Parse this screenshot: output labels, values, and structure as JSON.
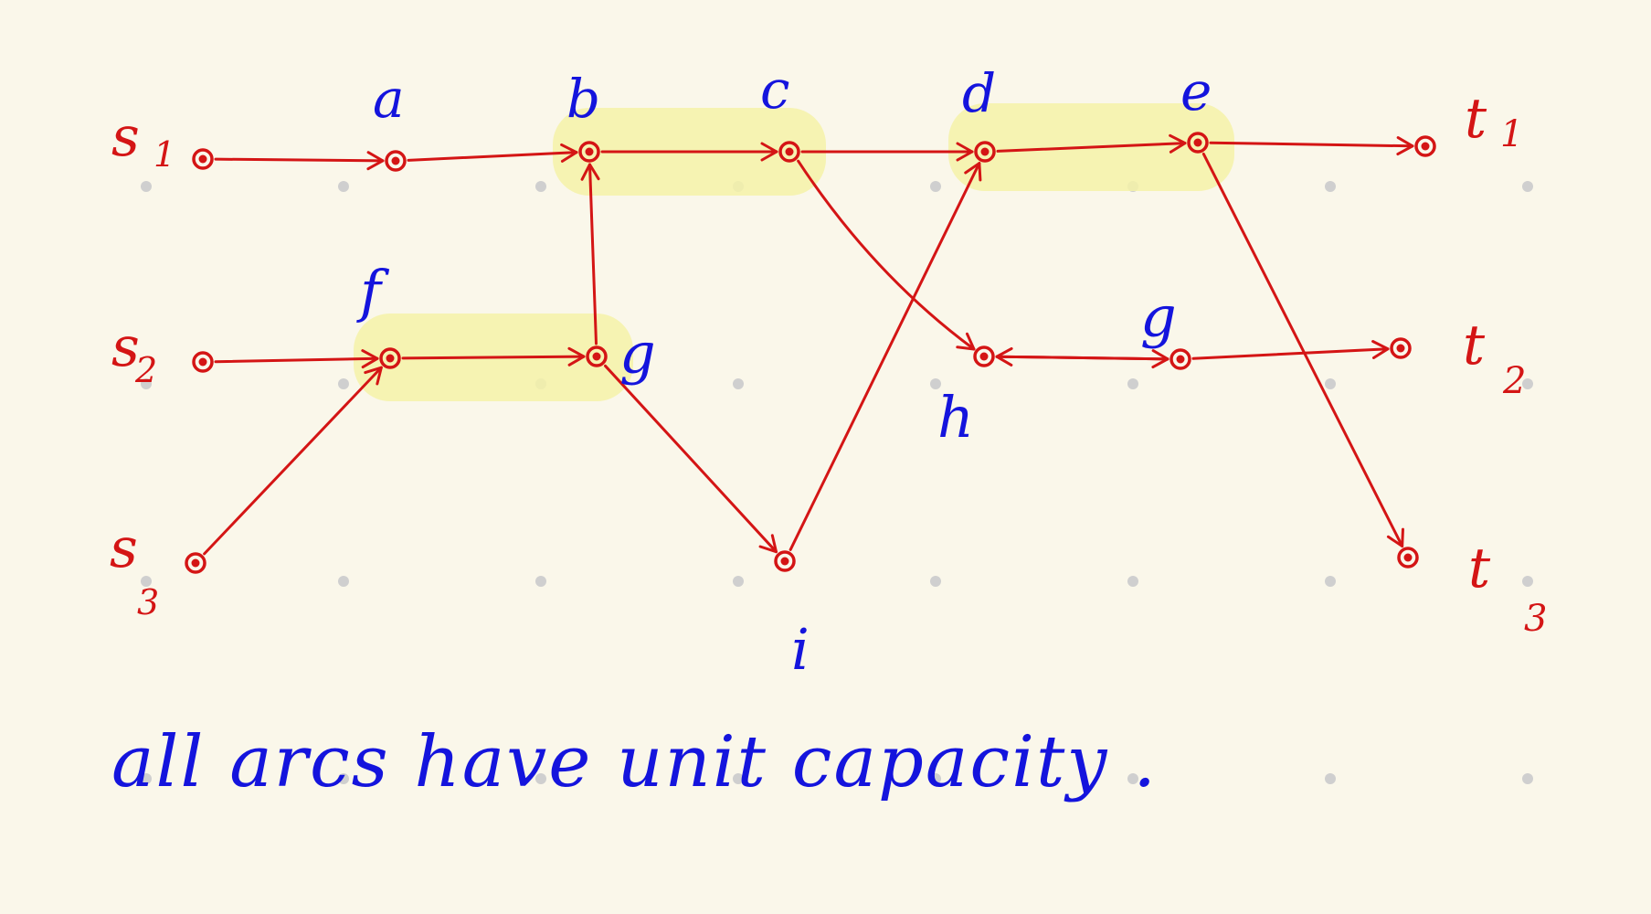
{
  "colors": {
    "background": "#faf7ea",
    "edge": "#d41515",
    "node": "#d41515",
    "node_label": "#1414dd",
    "terminal_label": "#d41515",
    "highlight": "#f5f2a8",
    "grid_dot": "#cfcfcf"
  },
  "sources": [
    {
      "id": "s1",
      "label": "s",
      "sub": "1"
    },
    {
      "id": "s2",
      "label": "s",
      "sub": "2"
    },
    {
      "id": "s3",
      "label": "s",
      "sub": "3"
    }
  ],
  "sinks": [
    {
      "id": "t1",
      "label": "t",
      "sub": "1"
    },
    {
      "id": "t2",
      "label": "t",
      "sub": "2"
    },
    {
      "id": "t3",
      "label": "t",
      "sub": "3"
    }
  ],
  "nodes": [
    {
      "id": "a",
      "label": "a"
    },
    {
      "id": "b",
      "label": "b"
    },
    {
      "id": "c",
      "label": "c"
    },
    {
      "id": "d",
      "label": "d"
    },
    {
      "id": "e",
      "label": "e"
    },
    {
      "id": "f",
      "label": "f"
    },
    {
      "id": "g1",
      "label": "g"
    },
    {
      "id": "h",
      "label": "h"
    },
    {
      "id": "g2",
      "label": "g"
    },
    {
      "id": "i",
      "label": "i"
    }
  ],
  "edges": [
    {
      "from": "s1",
      "to": "a"
    },
    {
      "from": "a",
      "to": "b"
    },
    {
      "from": "b",
      "to": "c"
    },
    {
      "from": "c",
      "to": "d"
    },
    {
      "from": "d",
      "to": "e"
    },
    {
      "from": "e",
      "to": "t1"
    },
    {
      "from": "s2",
      "to": "f"
    },
    {
      "from": "s3",
      "to": "f"
    },
    {
      "from": "f",
      "to": "g1"
    },
    {
      "from": "g1",
      "to": "b"
    },
    {
      "from": "g1",
      "to": "i"
    },
    {
      "from": "i",
      "to": "d"
    },
    {
      "from": "c",
      "to": "h"
    },
    {
      "from": "h",
      "to": "g2"
    },
    {
      "from": "g2",
      "to": "h"
    },
    {
      "from": "g2",
      "to": "t2"
    },
    {
      "from": "e",
      "to": "t3"
    }
  ],
  "highlighted_pairs": [
    [
      "b",
      "c"
    ],
    [
      "d",
      "e"
    ],
    [
      "f",
      "g1"
    ]
  ],
  "caption": "all arcs have unit capacity ."
}
